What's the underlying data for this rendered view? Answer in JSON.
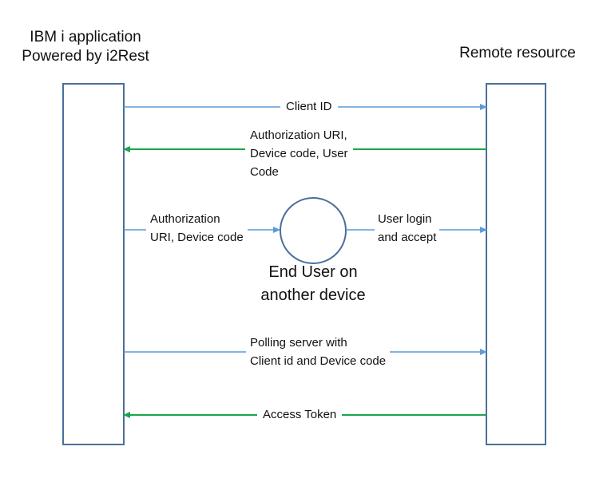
{
  "participants": {
    "left": {
      "title_lines": [
        "IBM i application",
        "Powered by i2Rest"
      ]
    },
    "right": {
      "title": "Remote resource"
    },
    "end_user": {
      "label_lines": [
        "End User on",
        "another device"
      ]
    }
  },
  "messages": {
    "client_id": {
      "lines": [
        "Client ID"
      ]
    },
    "auth_response": {
      "lines": [
        "Authorization URI,",
        "Device code, User",
        "Code"
      ]
    },
    "to_end_user": {
      "lines": [
        "Authorization",
        "URI, Device code"
      ]
    },
    "user_login": {
      "lines": [
        "User login",
        "and accept"
      ]
    },
    "polling": {
      "lines": [
        "Polling server with",
        "Client id and Device code"
      ]
    },
    "access_token": {
      "lines": [
        "Access Token"
      ]
    }
  },
  "colors": {
    "box_border": "#4a6f9a",
    "request_arrow": "#5b9bd5",
    "response_arrow": "#1aa64a"
  }
}
